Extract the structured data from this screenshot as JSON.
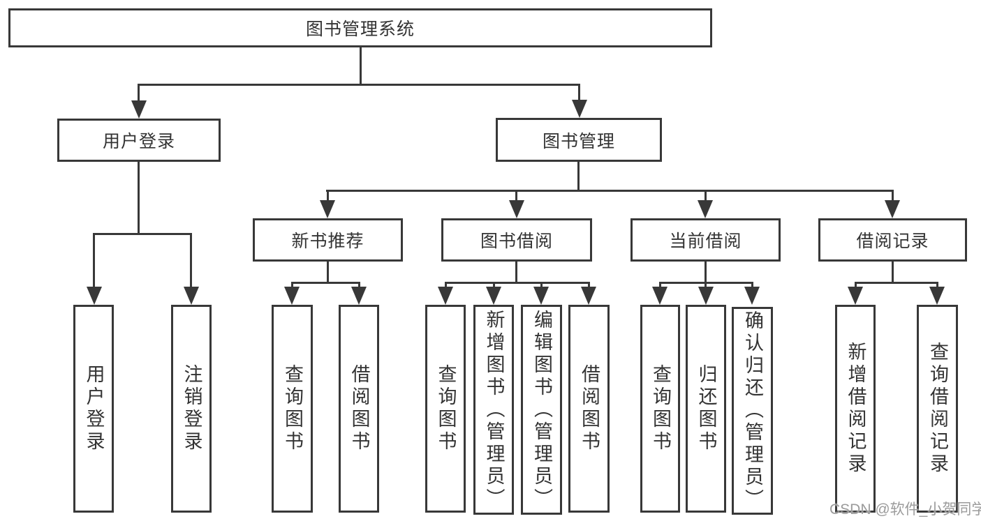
{
  "diagram": {
    "title": "图书管理系统",
    "level2": {
      "login": "用户登录",
      "manage": "图书管理"
    },
    "level3": {
      "newbook": "新书推荐",
      "borrow": "图书借阅",
      "current": "当前借阅",
      "records": "借阅记录"
    },
    "leaves": {
      "login": [
        "用户登录",
        "注销登录"
      ],
      "newbook": [
        "查询图书",
        "借阅图书"
      ],
      "borrow": [
        "查询图书",
        "新增图书（管理员）",
        "编辑图书（管理员）",
        "借阅图书"
      ],
      "current": [
        "查询图书",
        "归还图书",
        "确认归还（管理员）"
      ],
      "records": [
        "新增借阅记录",
        "查询借阅记录"
      ]
    },
    "colors": {
      "line": "#383838",
      "text": "#333333",
      "background": "#ffffff"
    }
  },
  "watermark": {
    "text": "CSDN @软件_小贺同学"
  }
}
